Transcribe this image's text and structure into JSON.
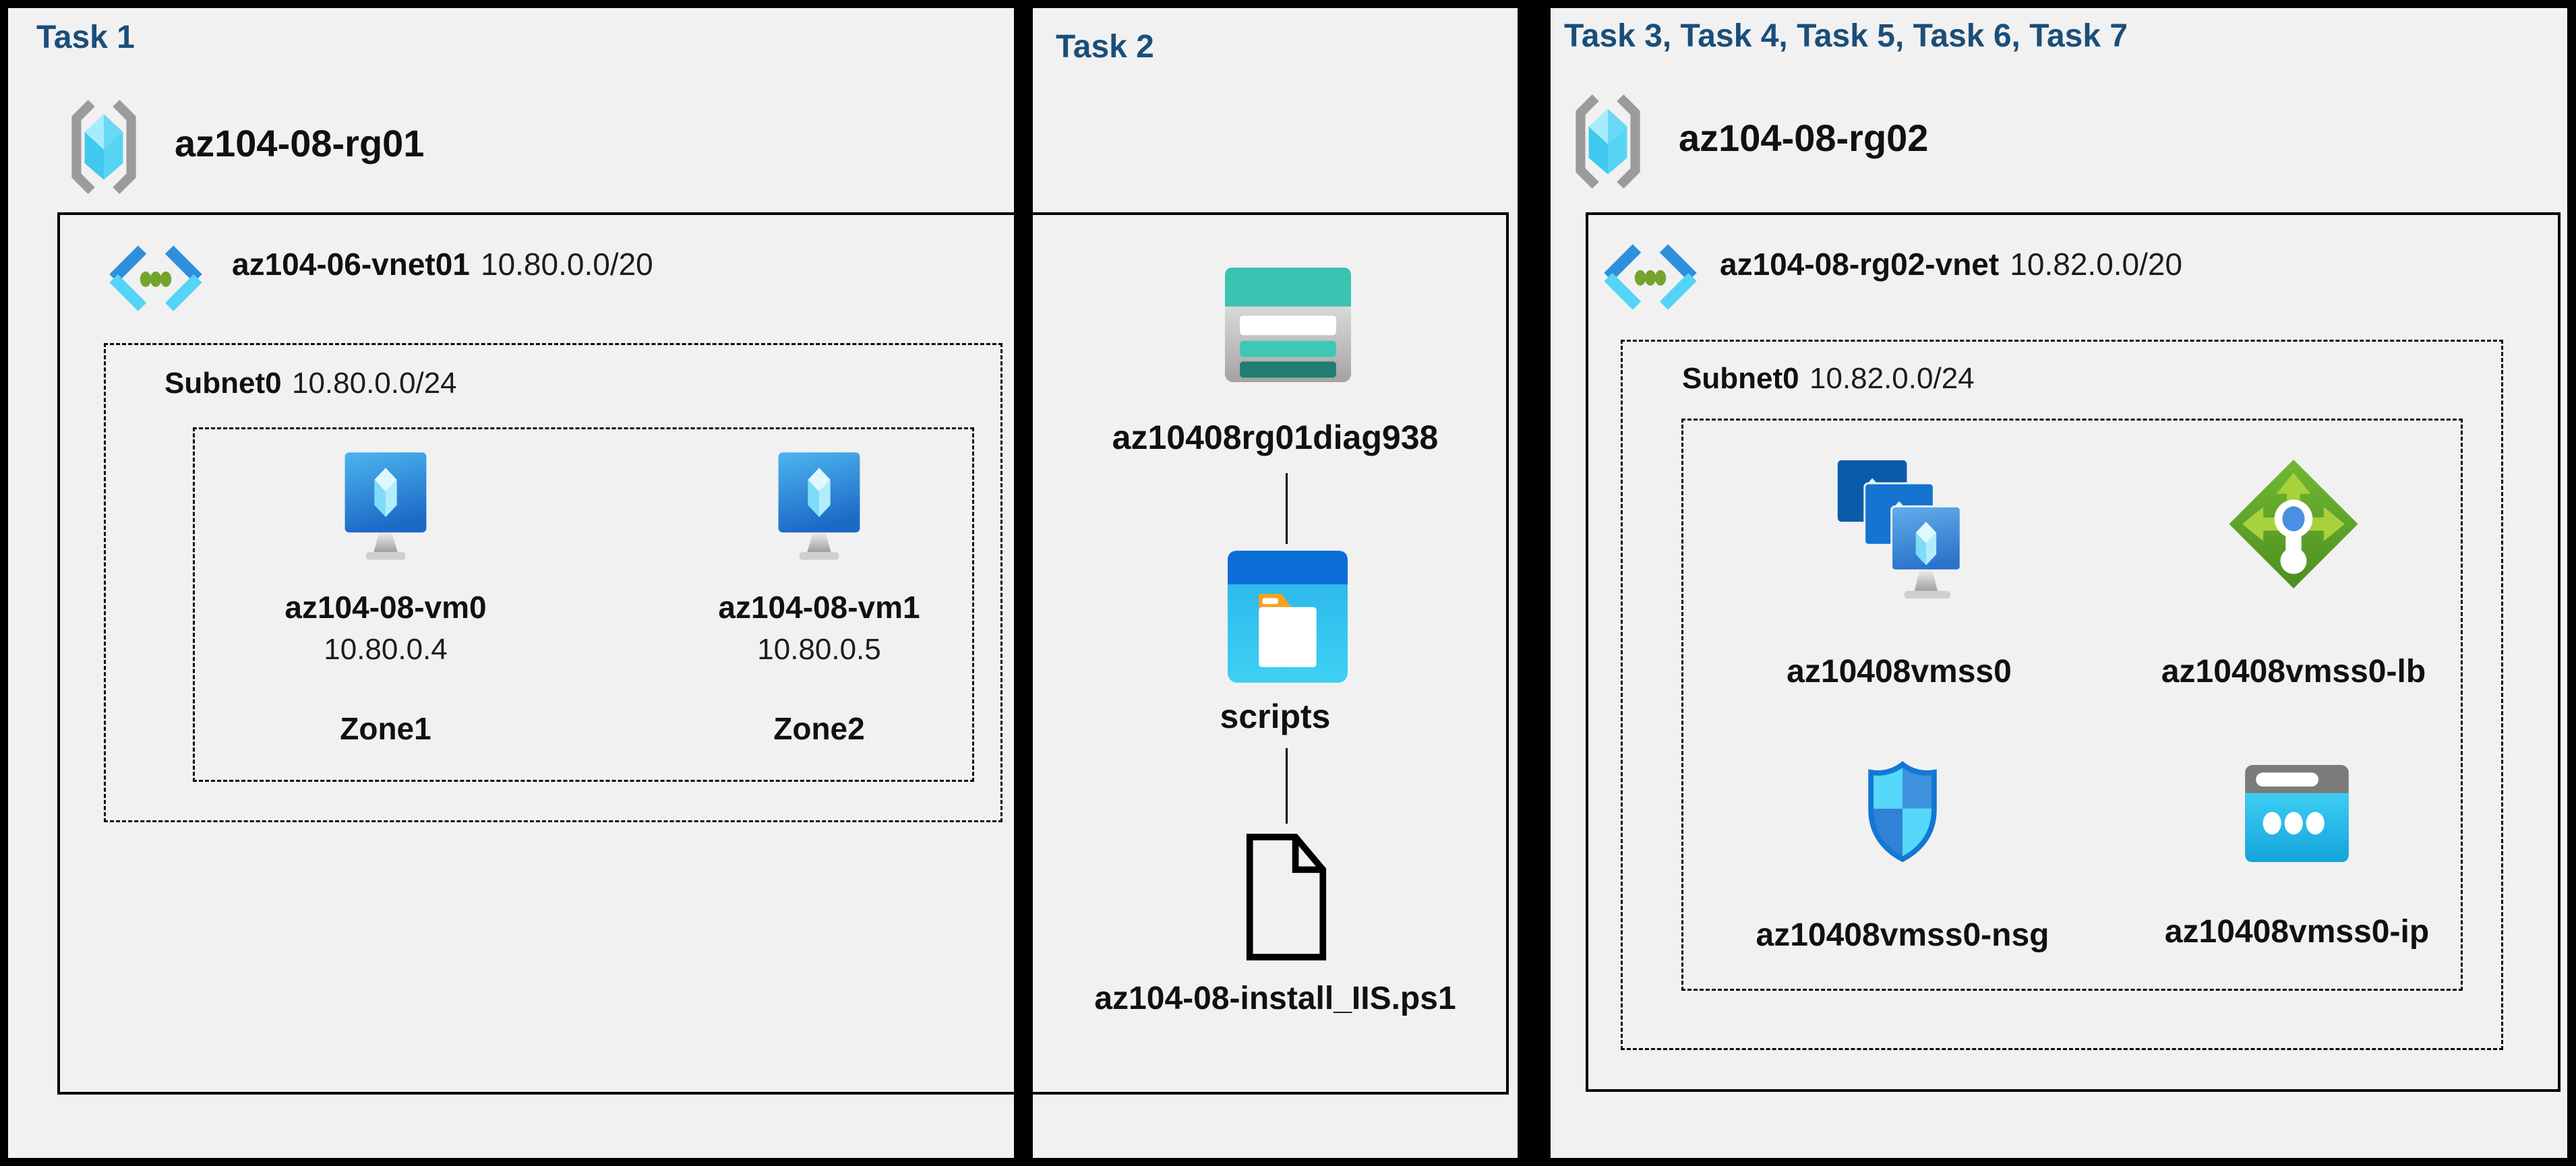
{
  "colors": {
    "background": "#000000",
    "panel_background": "#f1f1f1",
    "title_navy": "#1b4e79",
    "text": "#111111",
    "vm_blue": "#1f72c8",
    "vmss_dark_blue": "#0b5ca8",
    "lb_green": "#5da82c",
    "nsg_outline_blue": "#1377d4",
    "public_ip_cyan": "#2bc4ee",
    "storage_teal": "#3bc3b2",
    "folder_bar_blue": "#0b6ed6",
    "folder_body_cyan": "#2fc0ee",
    "vnet_dot_green": "#75a42d"
  },
  "icons": {
    "resource_group": "resource-group-icon",
    "virtual_network": "vnet-icon",
    "virtual_machine": "vm-icon",
    "storage_account": "storage-account-icon",
    "blob_container": "folder-icon",
    "script_file": "file-icon",
    "vm_scale_set": "vmss-icon",
    "load_balancer": "load-balancer-icon",
    "network_security_group": "shield-icon",
    "public_ip": "public-ip-icon"
  },
  "panels": {
    "task1": {
      "title": "Task 1",
      "resource_group": "az104-08-rg01",
      "vnet_name": "az104-06-vnet01",
      "vnet_cidr": "10.80.0.0/20",
      "subnet_name": "Subnet0",
      "subnet_cidr": "10.80.0.0/24",
      "vms": [
        {
          "name": "az104-08-vm0",
          "ip": "10.80.0.4",
          "zone": "Zone1"
        },
        {
          "name": "az104-08-vm1",
          "ip": "10.80.0.5",
          "zone": "Zone2"
        }
      ]
    },
    "task2": {
      "title": "Task 2",
      "storage_account": "az10408rg01diag938",
      "container": "scripts",
      "script_file": "az104-08-install_IIS.ps1"
    },
    "task37": {
      "title": "Task 3, Task 4, Task 5, Task 6, Task 7",
      "resource_group": "az104-08-rg02",
      "vnet_name": "az104-08-rg02-vnet",
      "vnet_cidr": "10.82.0.0/20",
      "subnet_name": "Subnet0",
      "subnet_cidr": "10.82.0.0/24",
      "resources": {
        "vmss": "az10408vmss0",
        "load_balancer": "az10408vmss0-lb",
        "nsg": "az10408vmss0-nsg",
        "public_ip": "az10408vmss0-ip"
      }
    }
  }
}
